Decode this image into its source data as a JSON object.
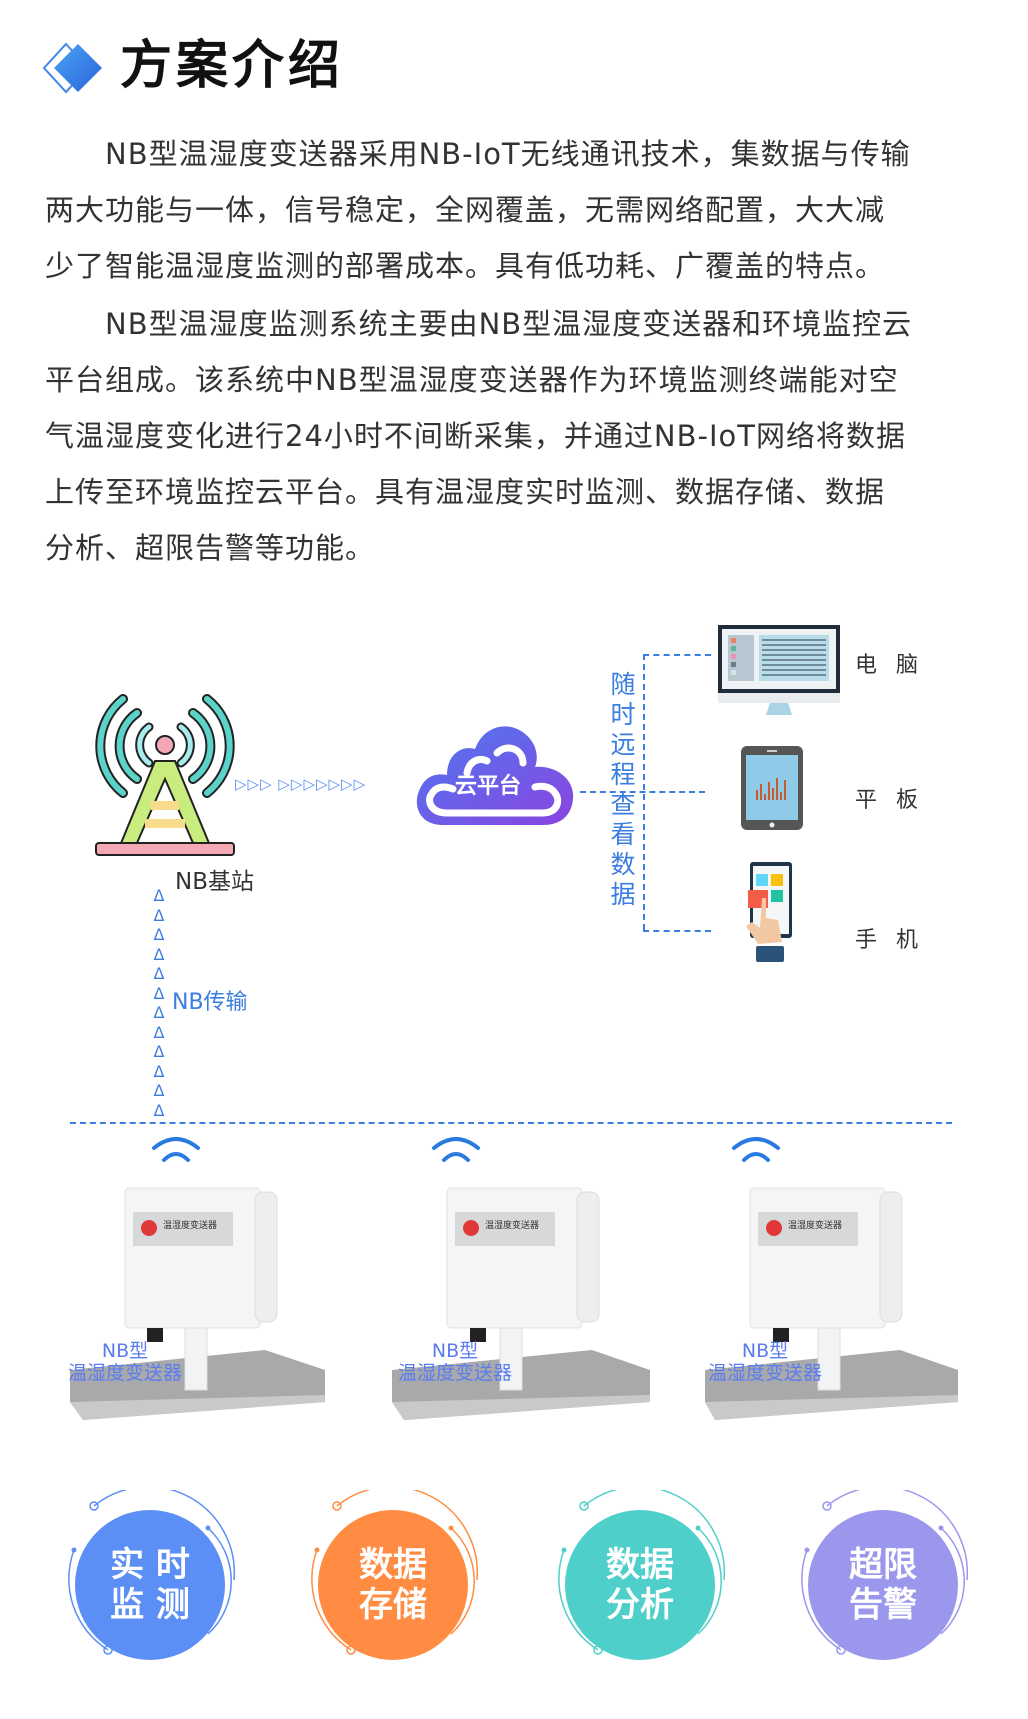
{
  "header": {
    "title": "方案介绍",
    "icon": "diamond-icon"
  },
  "intro": {
    "paragraph1": [
      "　　NB型温湿度变送器采用NB-IoT无线通讯技术，集数据与传输",
      "两大功能与一体，信号稳定，全网覆盖，无需网络配置，大大减",
      "少了智能温湿度监测的部署成本。具有低功耗、广覆盖的特点。"
    ],
    "paragraph2": [
      "　　NB型温湿度监测系统主要由NB型温湿度变送器和环境监控云",
      "平台组成。该系统中NB型温湿度变送器作为环境监测终端能对空",
      "气温湿度变化进行24小时不间断采集，并通过NB-IoT网络将数据",
      "上传至环境监控云平台。具有温湿度实时监测、数据存储、数据",
      "分析、超限告警等功能。"
    ]
  },
  "diagram": {
    "base_station_label": "NB基站",
    "transmission_label": "NB传输",
    "cloud_label": "云平台",
    "remote_view_text": [
      "随",
      "时",
      "远",
      "程",
      "查",
      "看",
      "数",
      "据"
    ],
    "arrow_right": "▷▷▷ ▷▷▷▷▷▷▷",
    "arrow_up": "Δ",
    "clients": [
      {
        "label": "电 脑",
        "icon": "computer-monitor-icon"
      },
      {
        "label": "平 板",
        "icon": "tablet-icon"
      },
      {
        "label": "手 机",
        "icon": "phone-icon"
      }
    ],
    "sensors": [
      {
        "line1": "NB型",
        "line2": "温湿度变送器",
        "device_label": "温湿度变送器"
      },
      {
        "line1": "NB型",
        "line2": "温湿度变送器",
        "device_label": "温湿度变送器"
      },
      {
        "line1": "NB型",
        "line2": "温湿度变送器",
        "device_label": "温湿度变送器"
      }
    ]
  },
  "features": [
    {
      "line1": "实 时",
      "line2": "监 测",
      "color": "#5b8ff5"
    },
    {
      "line1": "数据",
      "line2": "存储",
      "color": "#ff8c42"
    },
    {
      "line1": "数据",
      "line2": "分析",
      "color": "#4ecfc9"
    },
    {
      "line1": "超限",
      "line2": "告警",
      "color": "#9b97ec"
    }
  ],
  "colors": {
    "accent_blue": "#3b7de0",
    "sensor_label": "#5b7cf0"
  }
}
